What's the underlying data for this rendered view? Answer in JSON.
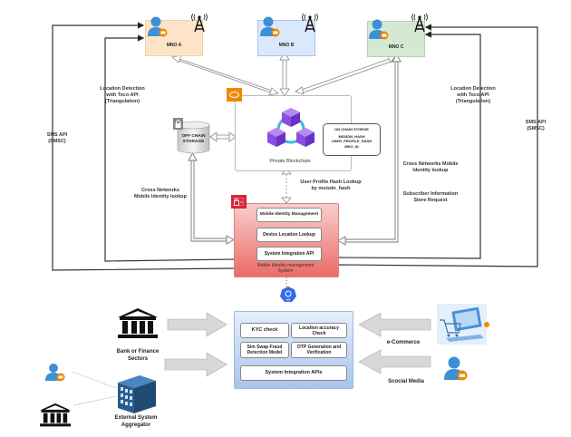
{
  "mnos": [
    {
      "label": "MNO A",
      "color": "#fde4c8"
    },
    {
      "label": "MNO B",
      "color": "#dae8fc"
    },
    {
      "label": "MNO C",
      "color": "#d5e8d4"
    }
  ],
  "blockchain": {
    "label": "Private Blockchain",
    "onchain_title": "ON CHAIN STORGE",
    "onchain_fields": [
      "MSISDN_HASH",
      "USER_PROFILE_HASH",
      "MNO_ID"
    ]
  },
  "offchain": {
    "label_line1": "OFF CHAIN",
    "label_line2": "STORAGE"
  },
  "annotations": {
    "left_location": [
      "Location Detection",
      "with Teco API",
      "(Triangulation)"
    ],
    "left_sms": [
      "SMS API",
      "(SMSC)"
    ],
    "left_cross": [
      "Cross Networks",
      "Mobile Identity lookup"
    ],
    "right_location": [
      "Location Detection",
      "with Teco API",
      "(Triangulation)"
    ],
    "right_sms": [
      "SMS API",
      "(SMSC)"
    ],
    "right_cross": [
      "Cross Networks Mobile",
      "Identity lookup"
    ],
    "right_subscriber": [
      "Subscriber Information",
      "Store Request"
    ],
    "profile_hash": [
      "User Profile Hash  Lookup",
      "by msisdn_hash"
    ]
  },
  "mims": {
    "modules": [
      "Mobile Identity Management",
      "Device Location Lookup",
      "System Integration API"
    ],
    "title_line1": "Mobile Identity management",
    "title_line2": "System",
    "color_top": "#f8cecc",
    "color_bottom": "#ea6b66"
  },
  "api_hub": {
    "icon_label": "api",
    "modules": [
      "KYC check",
      "Location accuracy Check",
      "Sim Swap Fraud Detection Model",
      "OTP Generation and Verification",
      "System Integration APIs"
    ]
  },
  "consumers": {
    "bank": [
      "Bank or Finance",
      "Sectors"
    ],
    "aggregator": [
      "External System",
      "Aggregator"
    ],
    "ecommerce": "e-Commerce",
    "social": "Scocial Media"
  },
  "colors": {
    "accent_orange": "#f08705",
    "user_blue": "#3d8fd6",
    "hub_blue": "#dae8fc",
    "k8s_blue": "#326ce5",
    "building_blue": "#2a5d8c"
  }
}
